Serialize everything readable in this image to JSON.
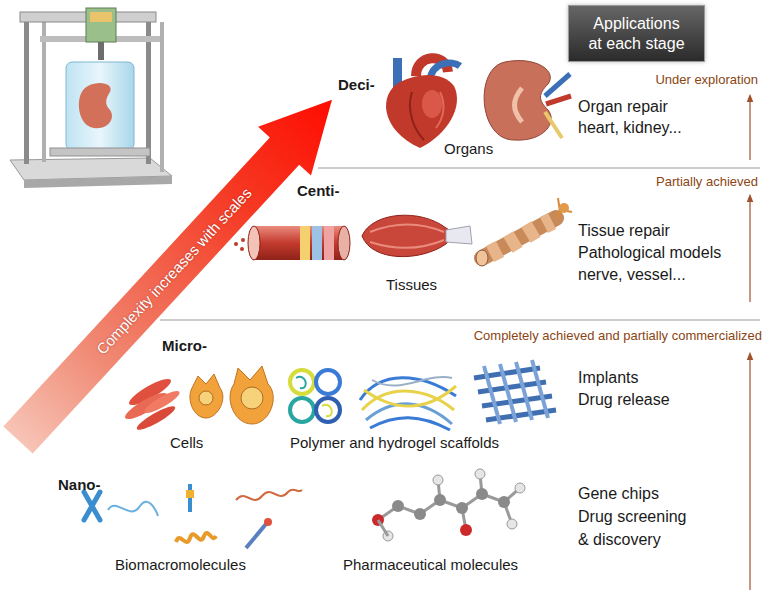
{
  "diagram": {
    "nodes": [
      {
        "text": [
          "Applications at each stage"
        ]
      }
    ],
    "labels": [
      "Deci-",
      "Organs",
      "Organ repair",
      "heart, kidney...",
      "Under exploration",
      "Partially achieved",
      "Centi-",
      "Tissues",
      "Tissue repair",
      "Pathological models",
      "nerve, vessel...",
      "Completely achieved and partially commercialized",
      "Micro-",
      "Cells",
      "Polymer and hydrogel scaffolds",
      "Implants",
      "Drug release",
      "Nano-",
      "Biomacromolecules",
      "Pharmaceutical molecules",
      "Gene chips",
      "Drug screening",
      "& discovery",
      "Complexity increases with scales"
    ]
  }
}
